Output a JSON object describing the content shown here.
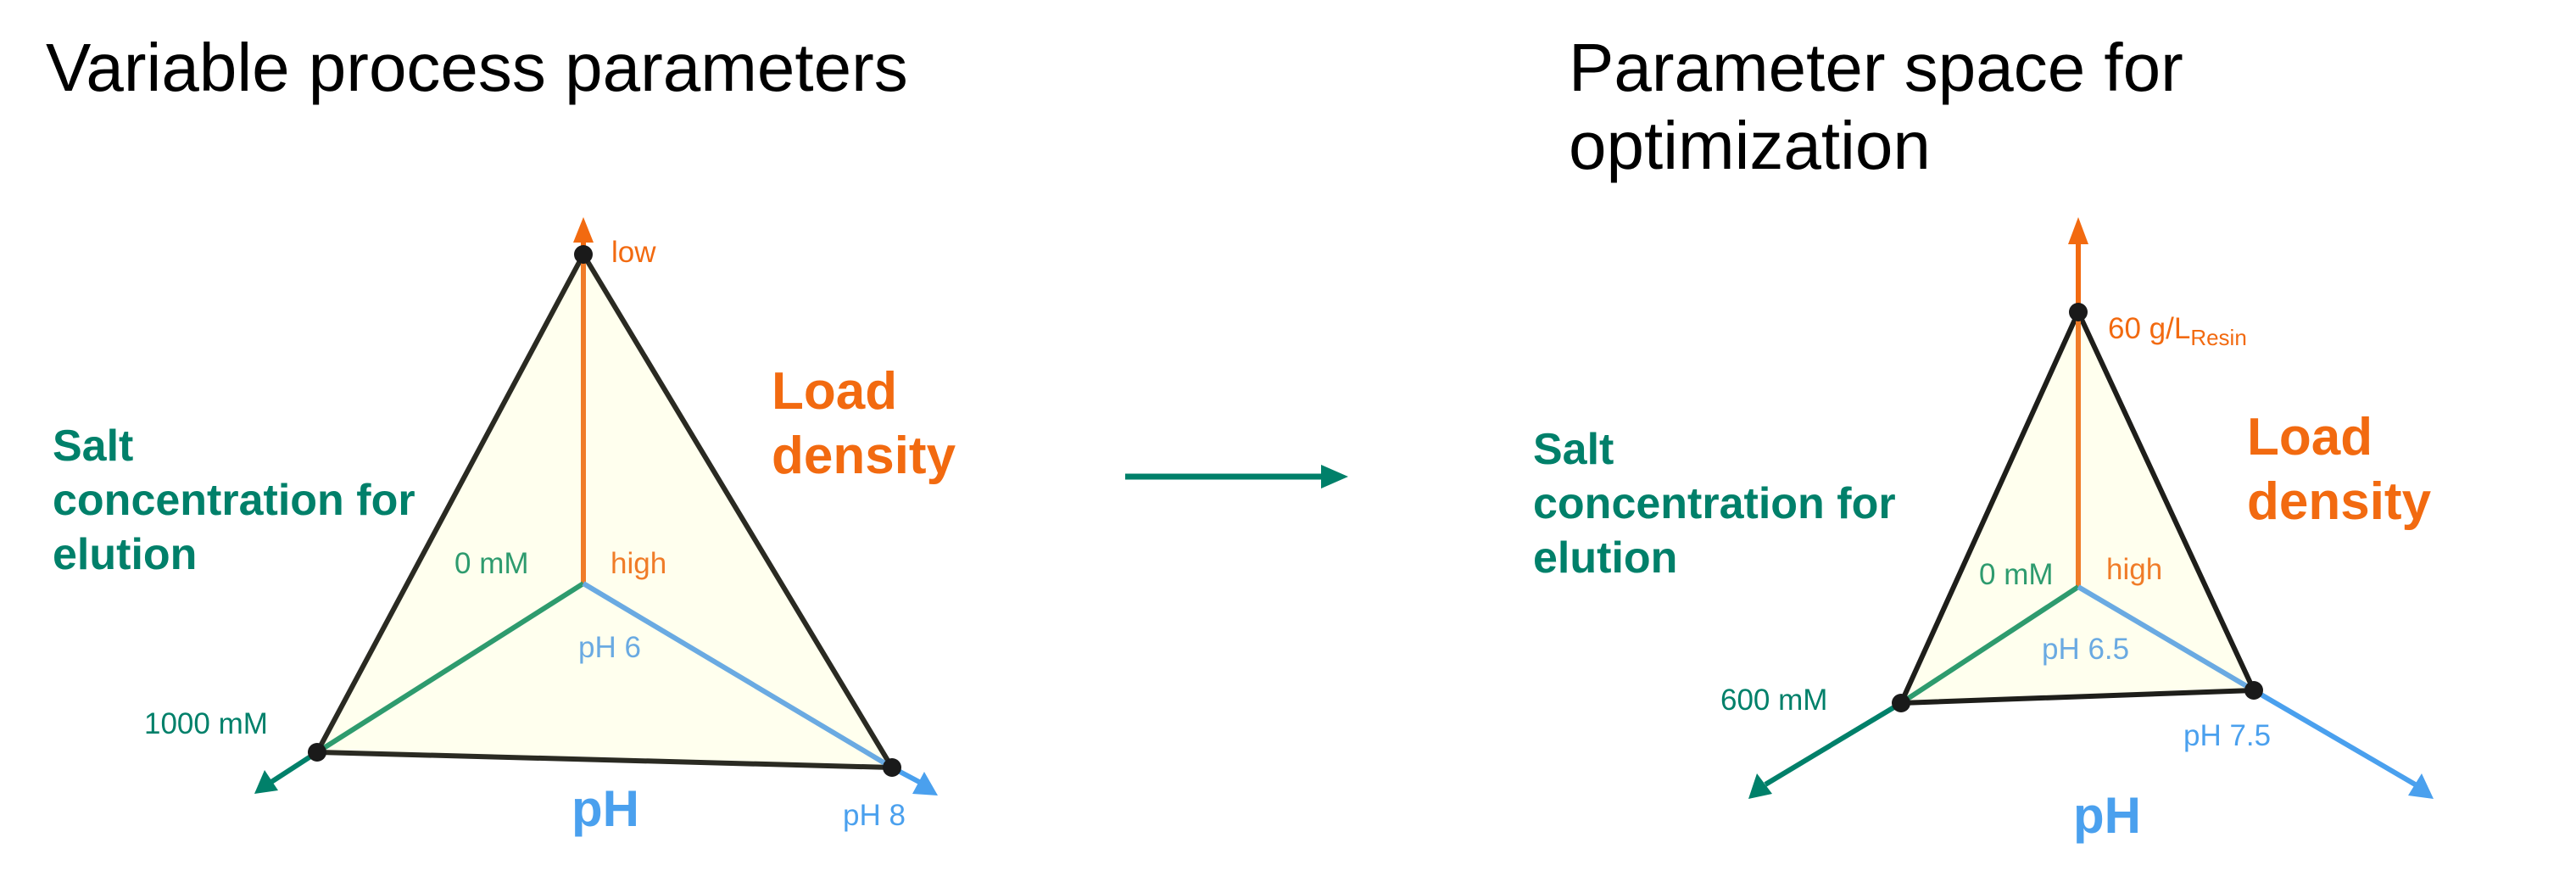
{
  "colors": {
    "orange": "#F26A10",
    "orange_inner": "#F07C28",
    "teal": "#00806A",
    "green_inner": "#2E9B6E",
    "blue": "#4AA0EE",
    "blue_inner": "#6AAAE2",
    "fill": "#FFFFEE",
    "edge": "#222222"
  },
  "left_panel": {
    "title": "Variable process parameters",
    "salt_axis_title": [
      "Salt",
      "concentration for",
      "elution"
    ],
    "load_axis_title": [
      "Load",
      "density"
    ],
    "ph_axis_title": "pH",
    "labels": {
      "load_outer": "low",
      "load_inner": "high",
      "salt_inner": "0 mM",
      "salt_outer": "1000 mM",
      "ph_inner": "pH 6",
      "ph_outer": "pH 8"
    }
  },
  "transition_arrow": {
    "icon": "right-arrow-icon"
  },
  "right_panel": {
    "title": [
      "Parameter space for",
      "optimization"
    ],
    "salt_axis_title": [
      "Salt",
      "concentration for",
      "elution"
    ],
    "load_axis_title": [
      "Load",
      "density"
    ],
    "ph_axis_title": "pH",
    "labels": {
      "load_outer_value": "60 g/L",
      "load_outer_subscript": "Resin",
      "load_inner": "high",
      "salt_inner": "0 mM",
      "salt_outer": "600 mM",
      "ph_inner": "pH 6.5",
      "ph_outer": "pH 7.5"
    }
  }
}
